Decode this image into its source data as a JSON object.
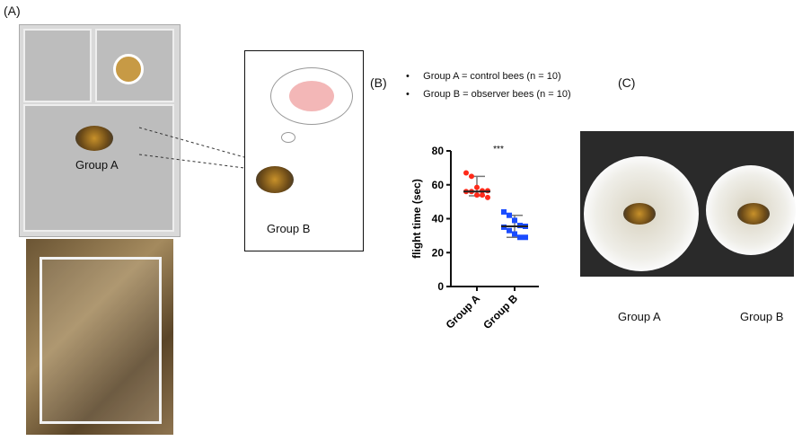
{
  "panels": {
    "a": "(A)",
    "b": "(B)",
    "c": "(C)"
  },
  "panel_a": {
    "group_label": "Group A"
  },
  "thought": {
    "group_label": "Group B"
  },
  "legend": {
    "items": [
      "Group A = control bees (n = 10)",
      "Group B = observer bees (n = 10)"
    ]
  },
  "panel_c": {
    "labels": [
      "Group A",
      "Group B"
    ]
  },
  "chart_data": {
    "type": "scatter",
    "title": "",
    "ylabel": "flight time (sec)",
    "xlabel": "",
    "categories": [
      "Group A",
      "Group B"
    ],
    "ylim": [
      0,
      80
    ],
    "yticks": [
      0,
      20,
      40,
      60,
      80
    ],
    "annotation": "***",
    "series": [
      {
        "name": "Group A",
        "color": "#ff2a1a",
        "marker": "circle",
        "values": [
          67,
          65,
          58.5,
          56.5,
          56.5,
          56,
          56,
          54,
          54,
          52.5
        ],
        "median": 56,
        "range": [
          53.5,
          65
        ]
      },
      {
        "name": "Group B",
        "color": "#1a4cff",
        "marker": "square",
        "values": [
          44,
          42,
          39,
          36,
          35.5,
          35,
          33,
          31,
          29,
          29
        ],
        "median": 35.5,
        "range": [
          29,
          42
        ]
      }
    ]
  }
}
